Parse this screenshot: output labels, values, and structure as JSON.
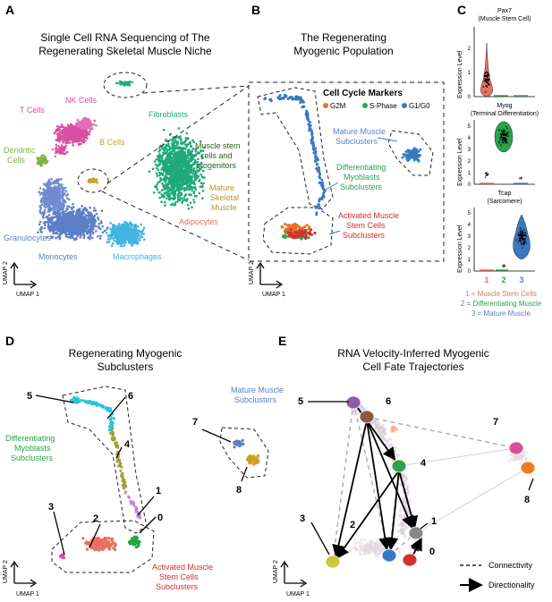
{
  "panels": {
    "A": {
      "letter": "A",
      "title_1": "Single Cell RNA Sequencing of The",
      "title_2": "Regenerating Skeletal Muscle Niche",
      "axis_y": "UMAP 2",
      "axis_x": "UMAP 1",
      "labels": {
        "t_cells": "T Cells",
        "nk_cells": "NK Cells",
        "dendritic_1": "Dendritic",
        "dendritic_2": "Cells",
        "b_cells": "B Cells",
        "fibroblasts": "Fibroblasts",
        "msc_1": "Muscle stem",
        "msc_2": "cells and",
        "msc_3": "progenitors",
        "mature_1": "Mature",
        "mature_2": "Skeletal",
        "mature_3": "Muscle",
        "adipocytes": "Adipocytes",
        "granulocytes": "Granulocytes",
        "monocytes": "Monocytes",
        "macrophages": "Macrophages"
      },
      "colors": {
        "t_cells": "#d94fa0",
        "nk_cells": "#e06fb8",
        "dendritic": "#7cb342",
        "b_cells": "#c9a227",
        "fibroblasts": "#1fa97a",
        "msc": "#2e5e1f",
        "mature": "#b8962e",
        "adipocytes": "#e87060",
        "granulocytes": "#6e8ccf",
        "monocytes": "#5c7fc6",
        "macrophages": "#43b4e0"
      }
    },
    "B": {
      "letter": "B",
      "title_1": "The Regenerating",
      "title_2": "Myogenic Population",
      "legend_title": "Cell Cycle Markers",
      "legend_items": [
        {
          "label": "G2M",
          "color": "#e8732c"
        },
        {
          "label": "S-Phase",
          "color": "#2aa34a"
        },
        {
          "label": "G1/G0",
          "color": "#3a78c2"
        }
      ],
      "label_mature_1": "Mature Muscle",
      "label_mature_2": "Subclusters",
      "label_diff_1": "Differentiating",
      "label_diff_2": "Myoblasts",
      "label_diff_3": "Subclusters",
      "label_act_1": "Activated Muscle",
      "label_act_2": "Stem Cells",
      "label_act_3": "Subclusters",
      "axis_y": "UMAP 2",
      "axis_x": "UMAP 1"
    },
    "C": {
      "letter": "C",
      "genes": [
        {
          "name": "Pax7",
          "desc": "(Muscle Stem Cell)",
          "ylabel": "Expression Level",
          "ticks": [
            "0",
            "1",
            "2"
          ]
        },
        {
          "name": "Myog",
          "desc": "(Terminal Differentiation)",
          "ylabel": "Expression Level",
          "ticks": [
            "0",
            "1",
            "2",
            "3",
            "4",
            "5"
          ]
        },
        {
          "name": "Tcap",
          "desc": "(Sarcomere)",
          "ylabel": "Expression Level",
          "ticks": [
            "0",
            "1",
            "2",
            "3",
            "4",
            "5"
          ]
        }
      ],
      "groups": [
        "1",
        "2",
        "3"
      ],
      "group_colors": [
        "#e87060",
        "#2aa34a",
        "#5c7fc6"
      ],
      "key": [
        "1 = Muscle Stem Cells",
        "2 = Differentiating Muscle",
        "3 = Mature Muscle"
      ]
    },
    "D": {
      "letter": "D",
      "title_1": "Regenerating Myogenic",
      "title_2": "Subclusters",
      "mature_1": "Mature Muscle",
      "mature_2": "Subclusters",
      "diff_1": "Differentiating",
      "diff_2": "Myoblasts",
      "diff_3": "Subclusters",
      "act_1": "Activated Muscle",
      "act_2": "Stem Cells",
      "act_3": "Subclusters",
      "numbers": [
        "5",
        "6",
        "4",
        "1",
        "0",
        "3",
        "2",
        "7",
        "8"
      ],
      "axis_y": "UMAP 2",
      "axis_x": "UMAP 1"
    },
    "E": {
      "letter": "E",
      "title_1": "RNA Velocity-Inferred Myogenic",
      "title_2": "Cell Fate Trajectories",
      "numbers": [
        "5",
        "6",
        "4",
        "7",
        "8",
        "1",
        "3",
        "2",
        "0"
      ],
      "legend_connectivity": "Connectivity",
      "legend_directionality": "Directionality",
      "axis_y": "UMAP 2",
      "axis_x": "UMAP 1"
    }
  }
}
